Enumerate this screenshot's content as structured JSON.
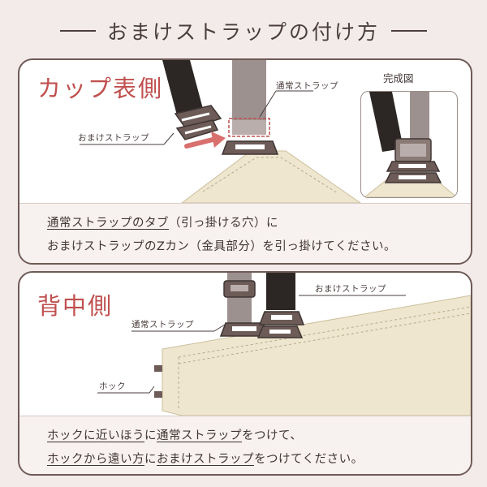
{
  "page": {
    "title": "おまけストラップの付け方"
  },
  "section1": {
    "heading": "カップ表側",
    "label_regular_strap": "通常ストラップ",
    "label_bonus_strap": "おまけストラップ",
    "inset_label": "完成図",
    "caption": {
      "l1_a": "通常ストラップのタブ",
      "l1_b": "（引っ掛ける穴）に",
      "l2_a": "おまけストラップのZカン（金具部分）を引っ掛けてください。"
    }
  },
  "section2": {
    "heading": "背中側",
    "label_bonus_strap": "おまけストラップ",
    "label_regular_strap": "通常ストラップ",
    "label_hook": "ホック",
    "caption": {
      "l1_a": "ホックに近いほう",
      "l1_b": "に",
      "l1_c": "通常ストラップ",
      "l1_d": "をつけて、",
      "l2_a": "ホックから遠い方",
      "l2_b": "に",
      "l2_c": "おまけストラップ",
      "l2_d": "をつけてください。"
    }
  },
  "colors": {
    "accent": "#c0504f",
    "panel_border": "#6e5a56",
    "strap_gray": "#9d918f",
    "strap_black": "#2c2624",
    "fabric": "#efe6cf"
  }
}
